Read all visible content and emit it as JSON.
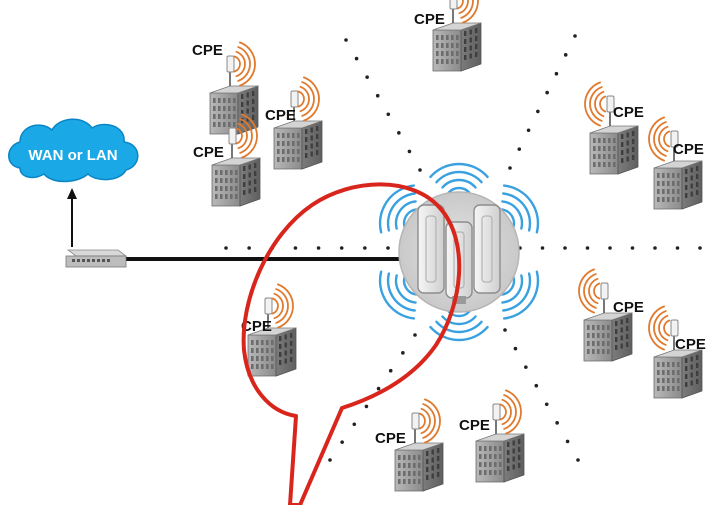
{
  "network": {
    "label": "WAN or LAN"
  },
  "cpe_label": "CPE",
  "cpe_sites": [
    {
      "label": "CPE"
    },
    {
      "label": "CPE"
    },
    {
      "label": "CPE"
    },
    {
      "label": "CPE"
    },
    {
      "label": "CPE"
    },
    {
      "label": "CPE"
    },
    {
      "label": "CPE"
    },
    {
      "label": "CPE"
    },
    {
      "label": "CPE"
    },
    {
      "label": "CPE"
    },
    {
      "label": "CPE"
    }
  ],
  "colors": {
    "cloud": "#1aa8e6",
    "callout": "#d9261c",
    "signal_ap": "#3aa1e0",
    "signal_cpe": "#e07a2e",
    "building": "#8f8f8f",
    "backhaul": "#111111"
  },
  "icons": {
    "network": "cloud-icon",
    "switch": "network-switch-icon",
    "base_station": "sector-antenna-array-icon",
    "cpe": "building-with-antenna-icon"
  }
}
